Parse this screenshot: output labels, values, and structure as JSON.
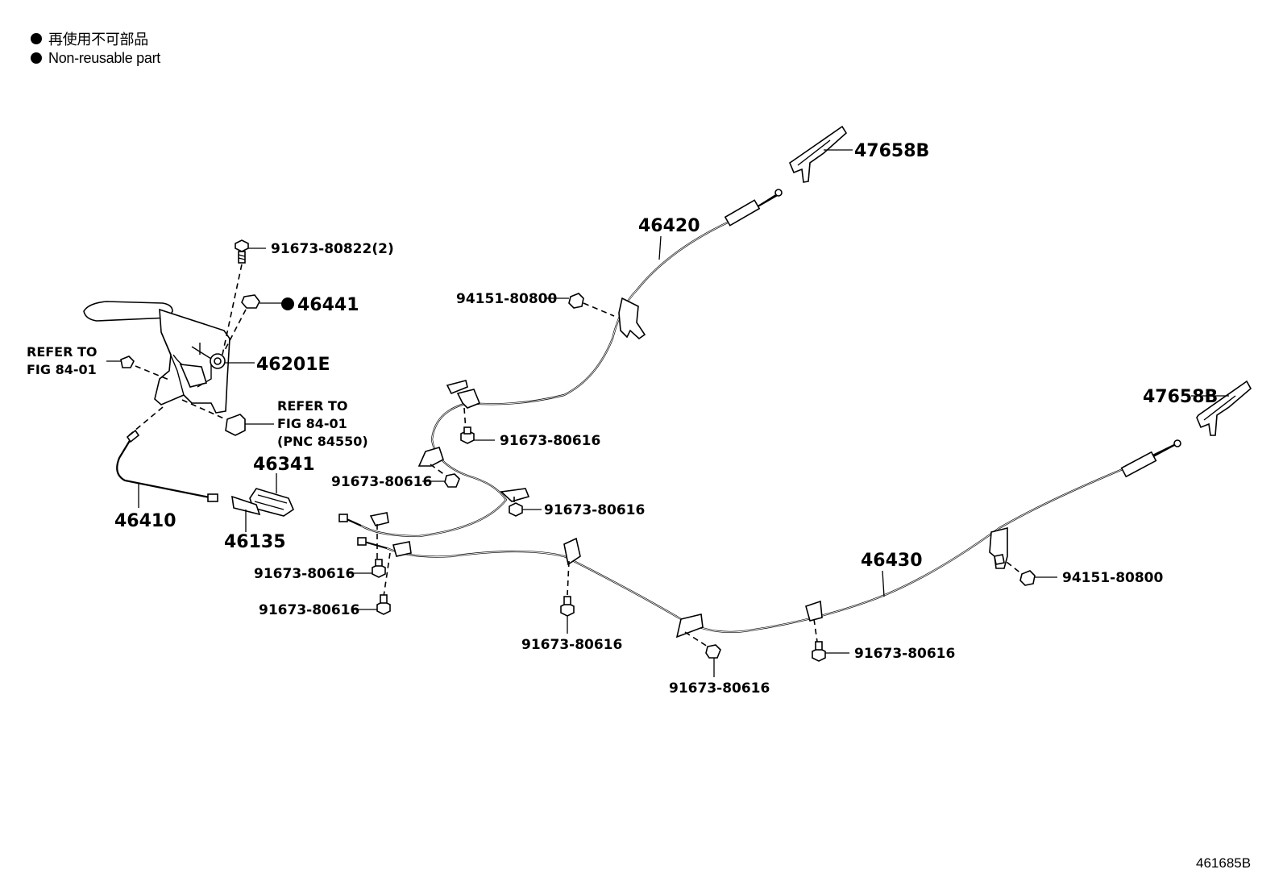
{
  "legend": {
    "line_jp": "再使用不可部品",
    "line_en": "Non-reusable part"
  },
  "labels": {
    "p47658b_top": "47658B",
    "p47658b_right": "47658B",
    "p46420": "46420",
    "p46430": "46430",
    "p46441": "46441",
    "p46201e": "46201E",
    "p46341": "46341",
    "p46410": "46410",
    "p46135": "46135",
    "bolt_80822": "91673-80822(2)",
    "nut_80800_left": "94151-80800",
    "nut_80800_right": "94151-80800",
    "bolt_80616_a": "91673-80616",
    "bolt_80616_b": "91673-80616",
    "bolt_80616_c": "91673-80616",
    "bolt_80616_d": "91673-80616",
    "bolt_80616_e": "91673-80616",
    "bolt_80616_f": "91673-80616",
    "bolt_80616_g": "91673-80616",
    "bolt_80616_h": "91673-80616",
    "refer_left_1": "REFER TO",
    "refer_left_2": "FIG 84-01",
    "refer_mid_1": "REFER TO",
    "refer_mid_2": "FIG 84-01",
    "refer_mid_3": "(PNC 84550)",
    "figure_id": "461685B"
  },
  "icons": [
    "non-reusable-dot-icon",
    "bolt-icon",
    "nut-icon",
    "cable-icon",
    "lever-icon",
    "bracket-icon"
  ]
}
